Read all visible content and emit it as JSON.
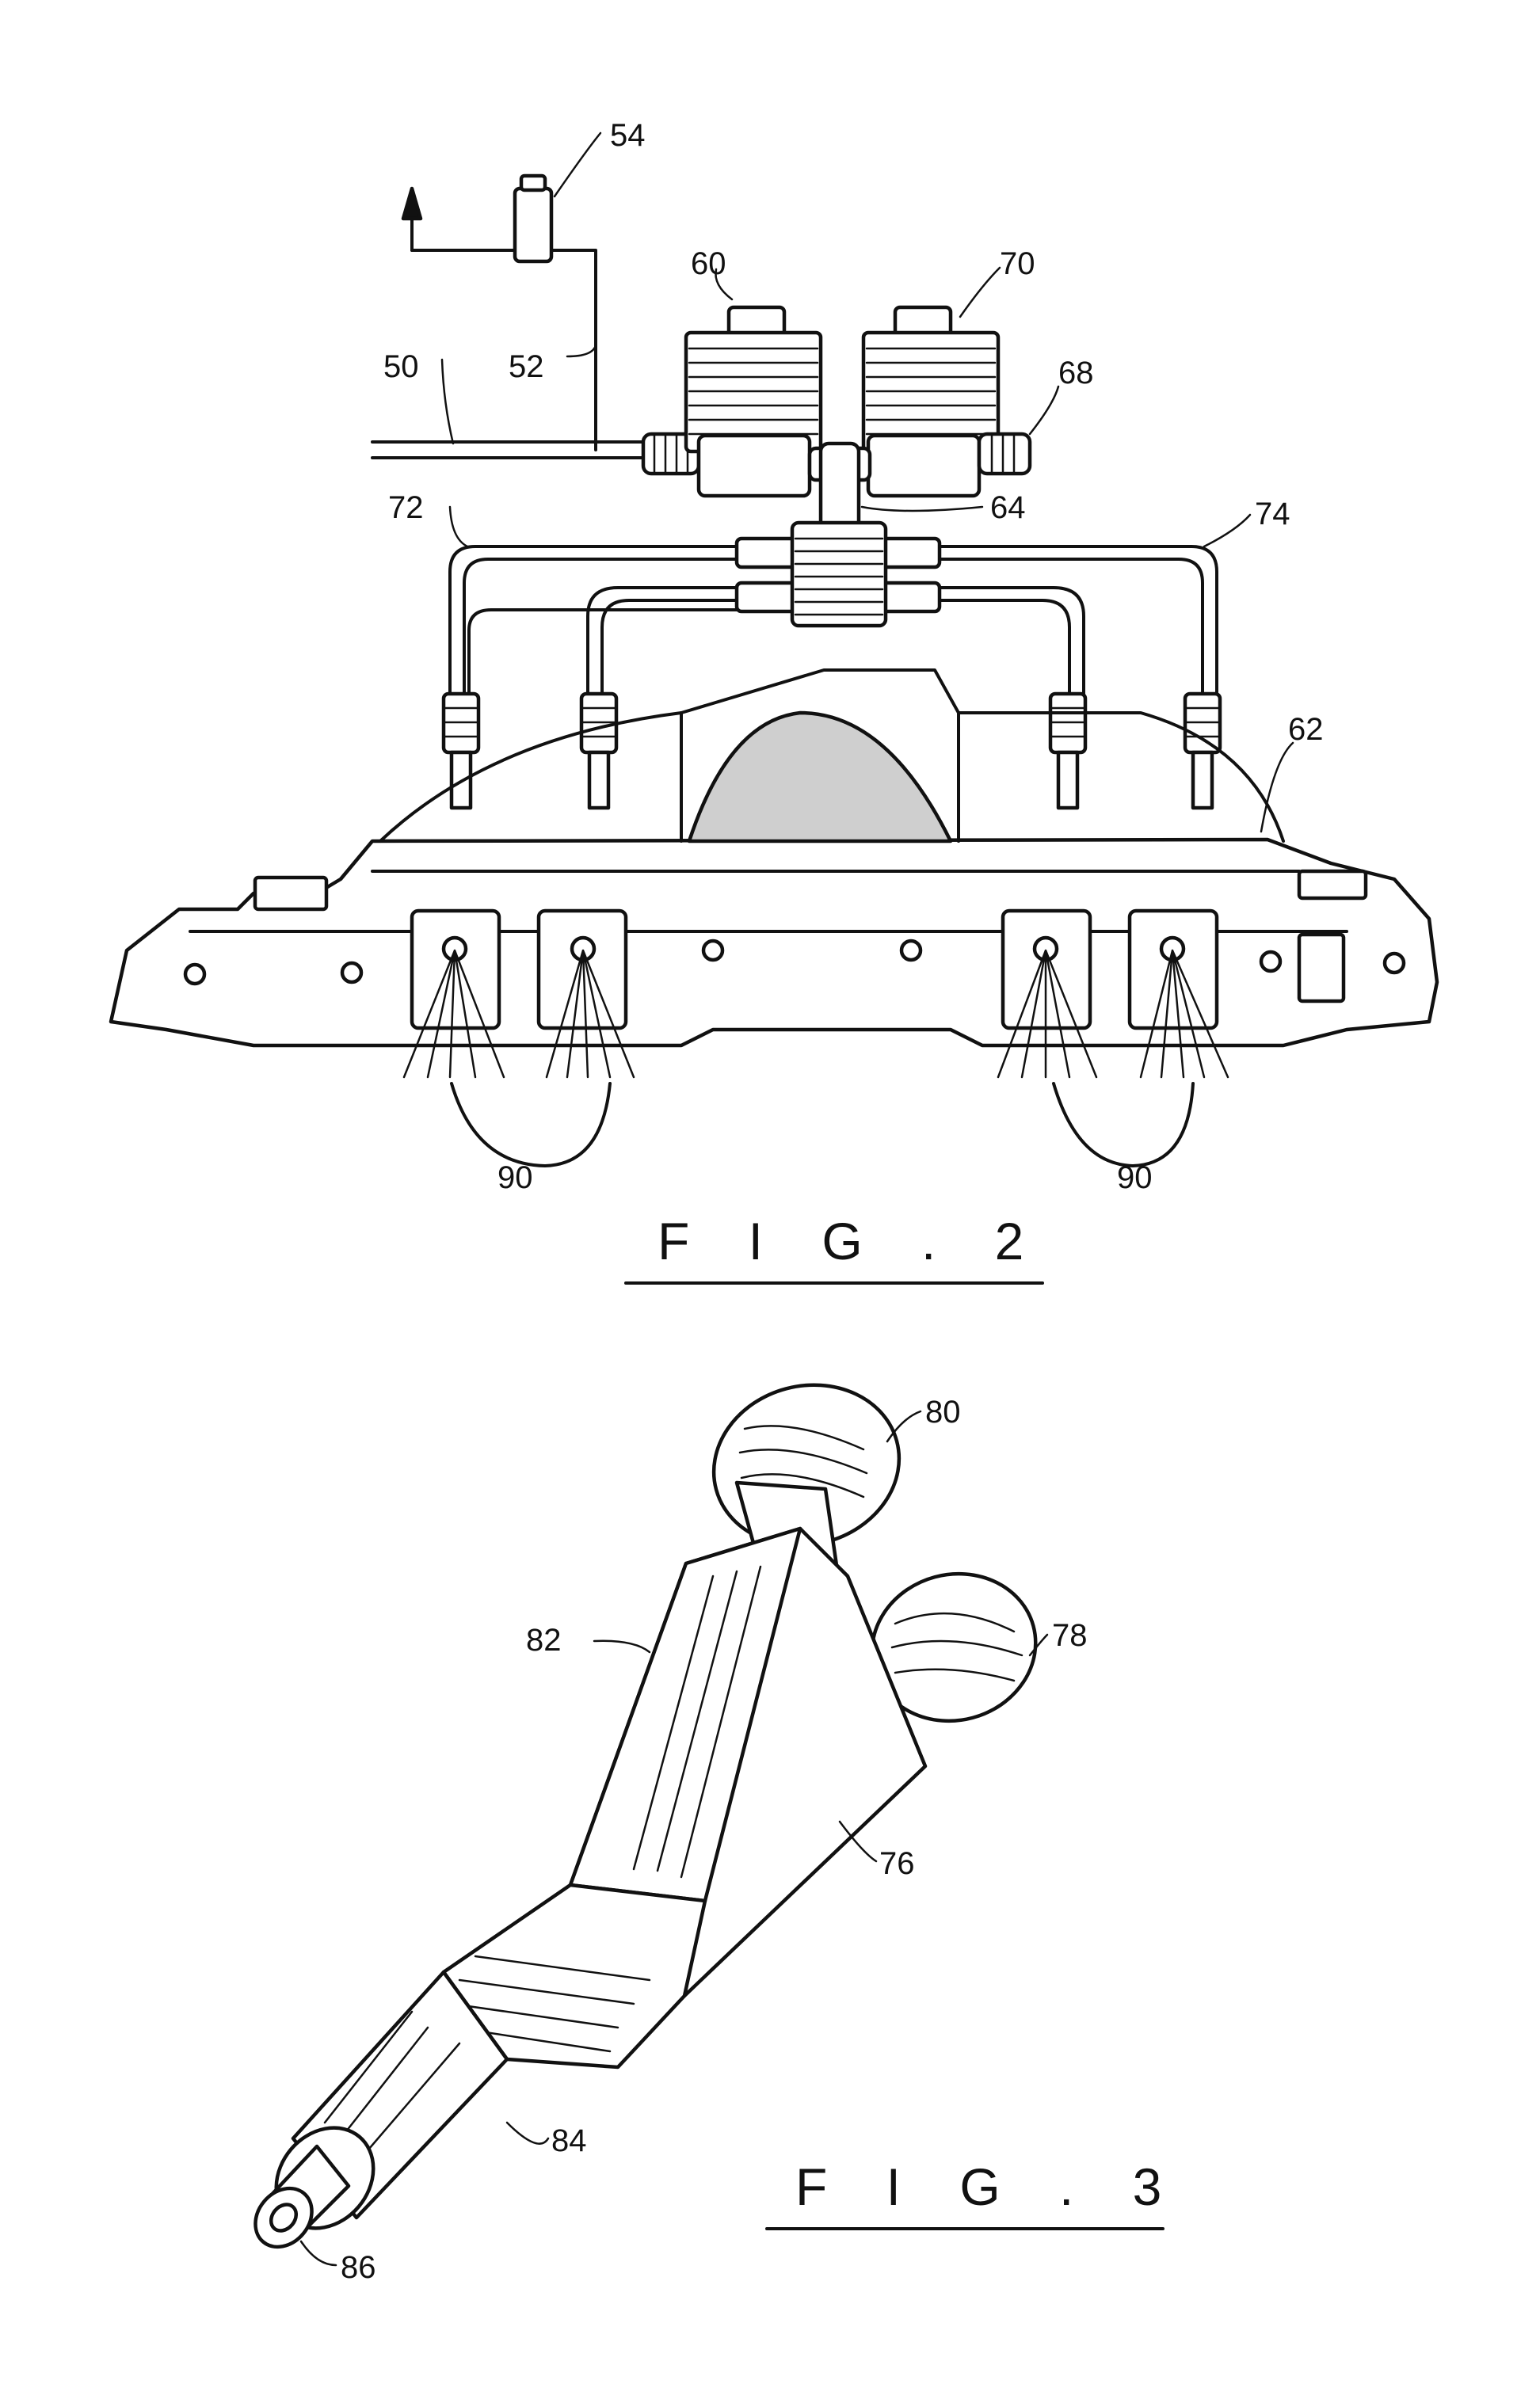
{
  "figures": [
    {
      "caption": "F I G . 2",
      "labels": {
        "r54": "54",
        "r60": "60",
        "r70": "70",
        "r68": "68",
        "r50": "50",
        "r52": "52",
        "r72": "72",
        "r64": "64",
        "r74": "74",
        "r62": "62",
        "r90a": "90",
        "r90b": "90"
      }
    },
    {
      "caption": "F I G . 3",
      "labels": {
        "r80": "80",
        "r78": "78",
        "r82": "82",
        "r76": "76",
        "r84": "84",
        "r86": "86"
      }
    }
  ]
}
